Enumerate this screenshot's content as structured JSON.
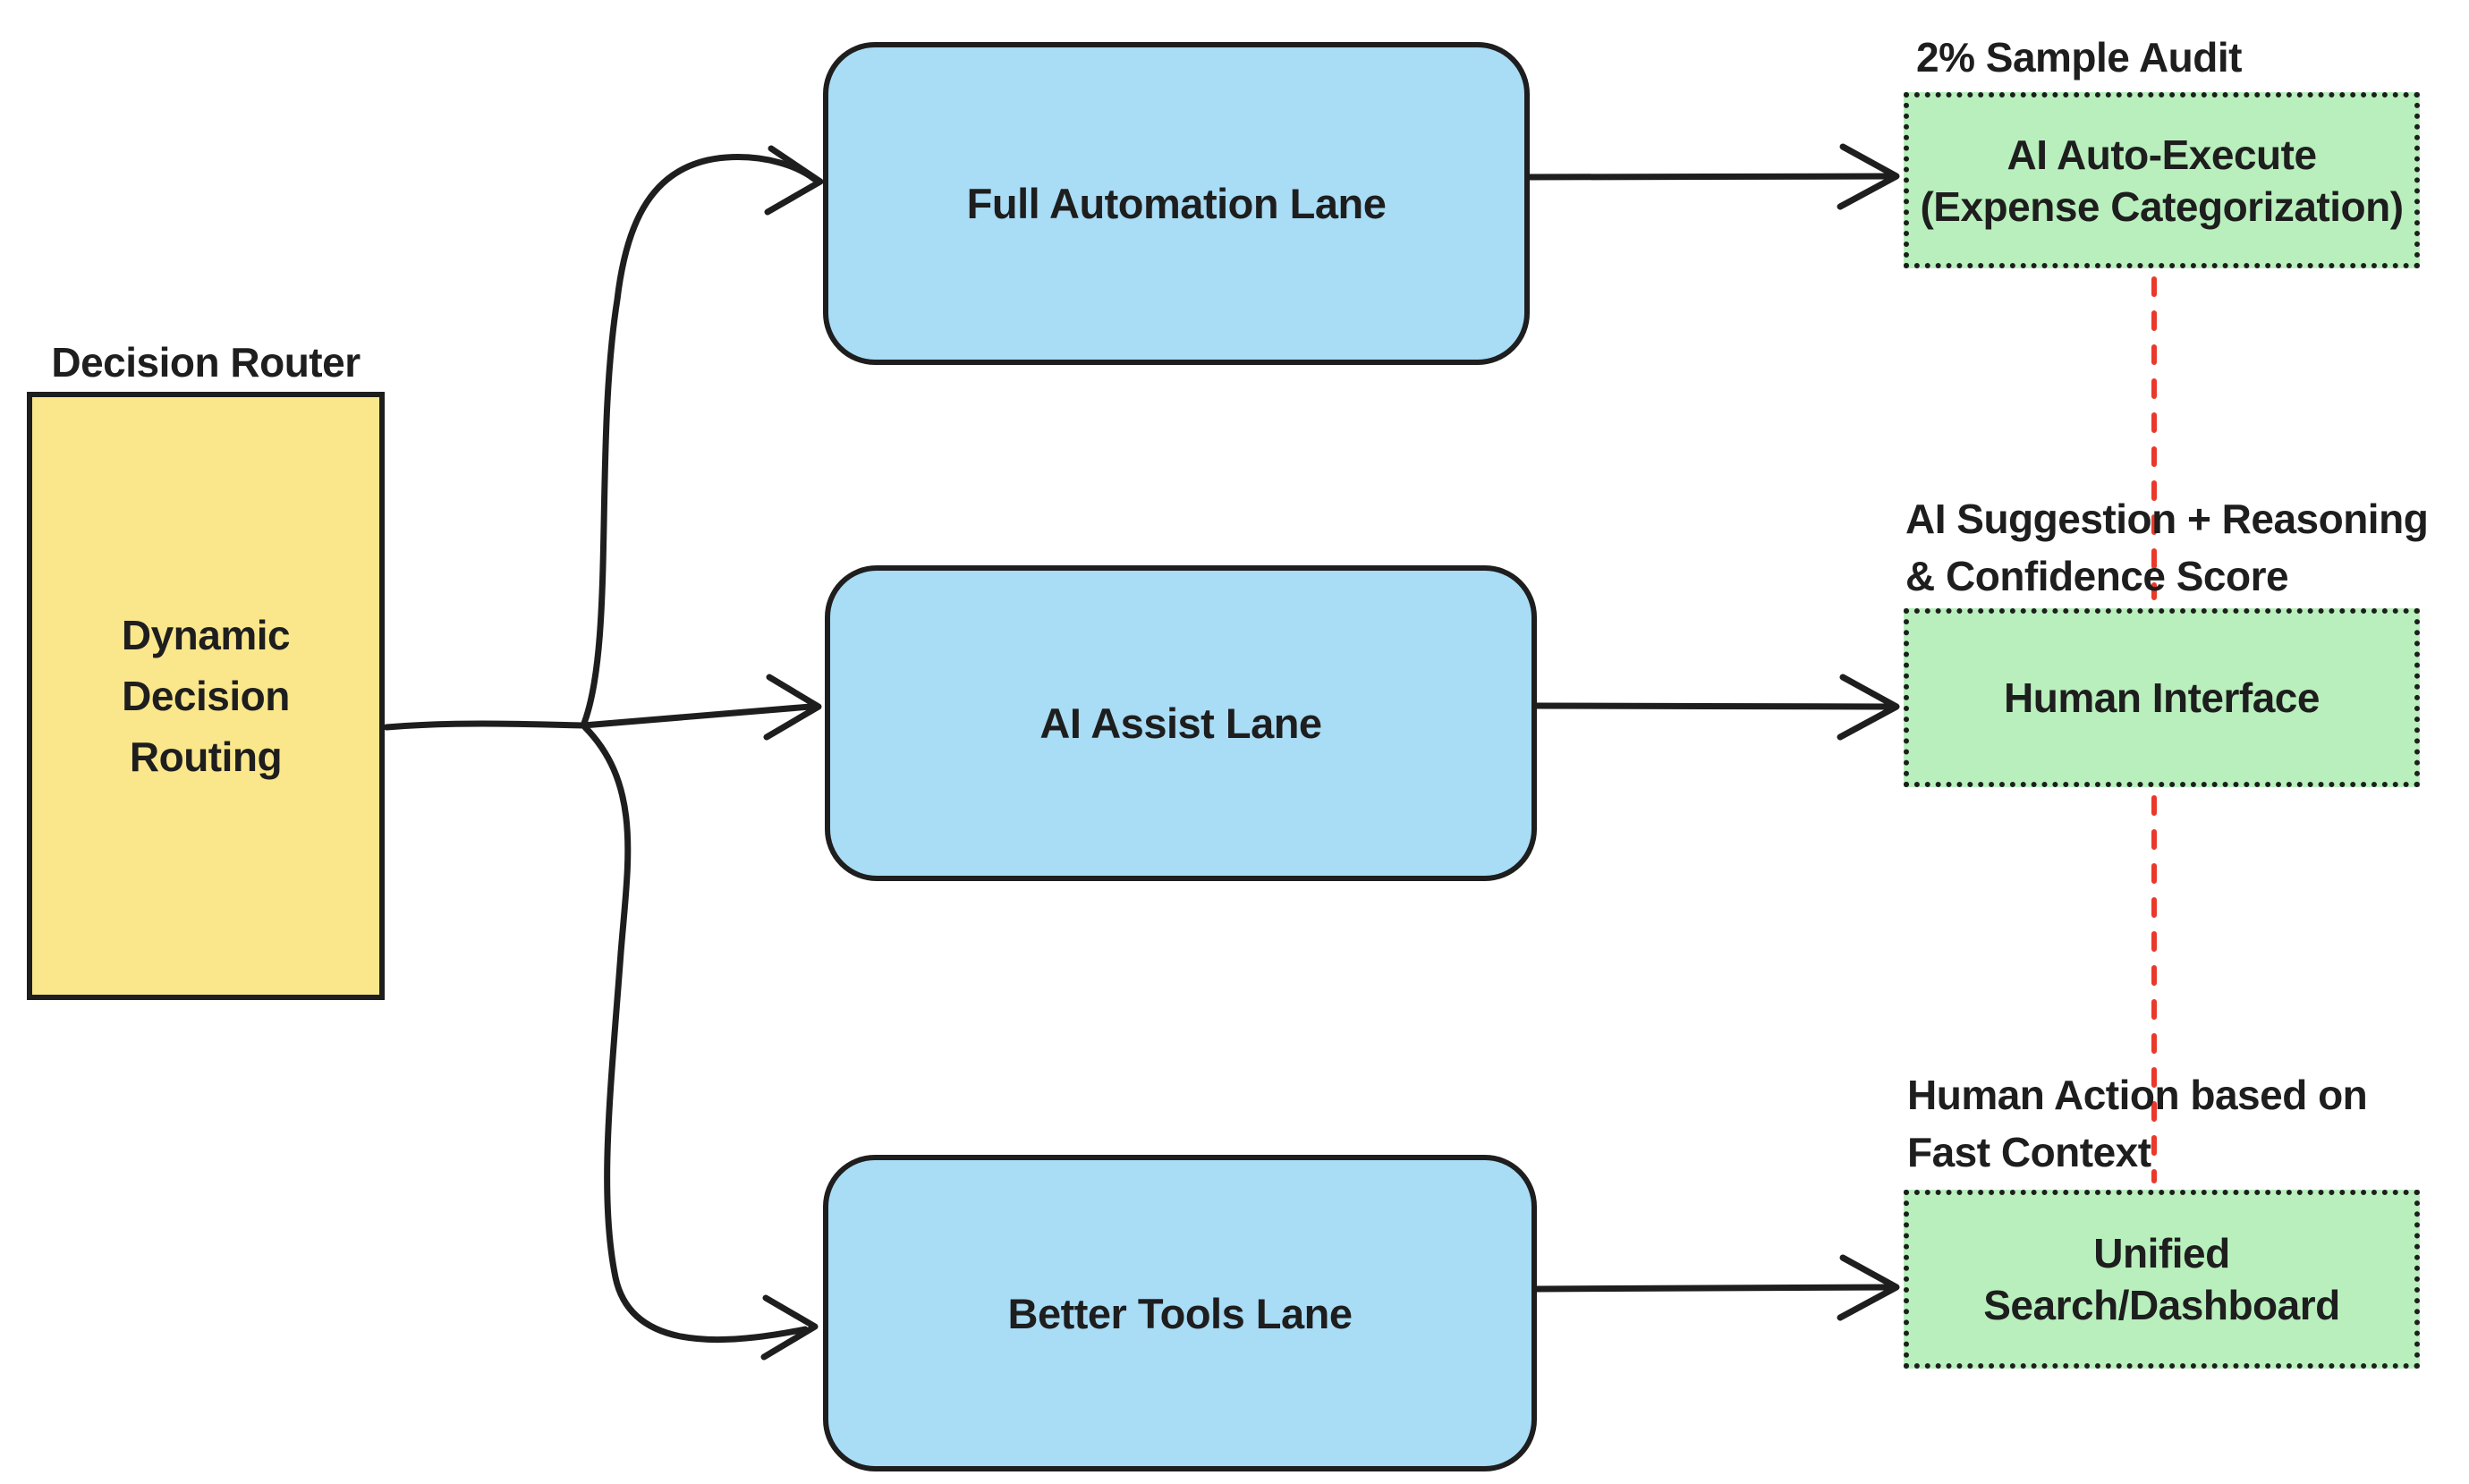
{
  "colors": {
    "ink": "#1e1e1e",
    "paper": "#ffffff",
    "yellow": "#fae78c",
    "blue": "#a9dcf5",
    "green": "#b9efbd",
    "red": "#ea392b"
  },
  "router": {
    "title": "Decision Router",
    "lines": [
      "Dynamic",
      "Decision",
      "Routing"
    ]
  },
  "lanes": [
    {
      "label": "Full Automation Lane"
    },
    {
      "label": "AI Assist Lane"
    },
    {
      "label": "Better Tools Lane"
    }
  ],
  "outputs": [
    {
      "annotation": [
        "2% Sample Audit"
      ],
      "lines": [
        "AI Auto-Execute",
        "(Expense Categorization)"
      ]
    },
    {
      "annotation": [
        "AI Suggestion + Reasoning",
        "& Confidence Score"
      ],
      "lines": [
        "Human Interface"
      ]
    },
    {
      "annotation": [
        "Human Action based on",
        "Fast Context"
      ],
      "lines": [
        "Unified",
        "Search/Dashboard"
      ]
    }
  ]
}
